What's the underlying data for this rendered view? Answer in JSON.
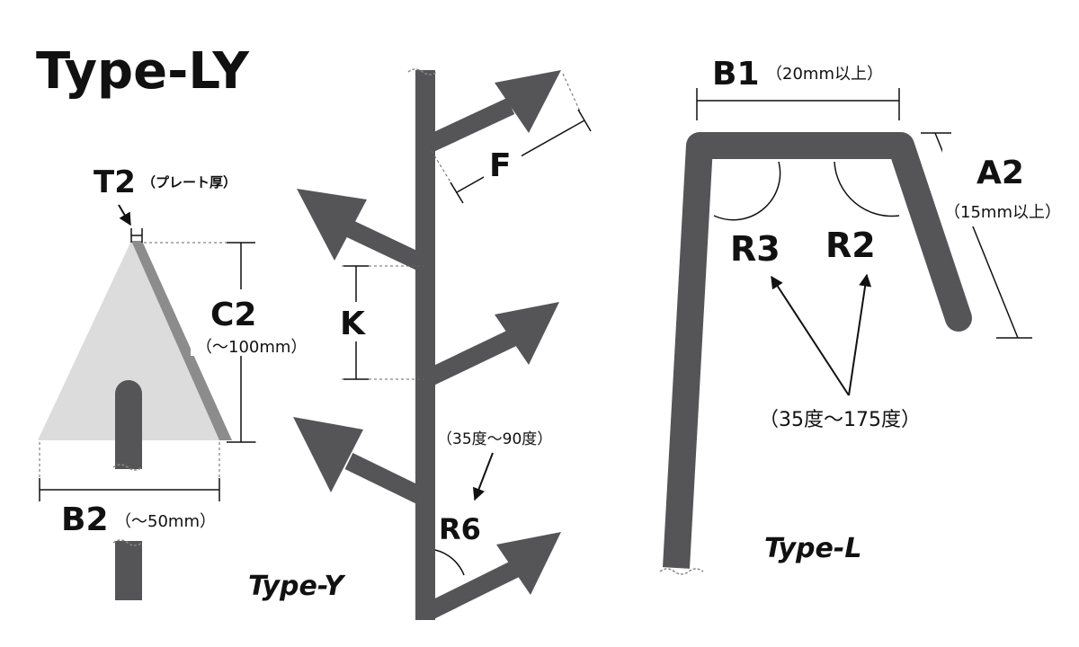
{
  "colors": {
    "bar": "#555557",
    "plate_face": "#dcdcdc",
    "plate_edge": "#8c8c8c",
    "ink": "#111111",
    "guide": "#666666"
  },
  "type_ly": {
    "title": "Type-LY",
    "t2_label": "T2",
    "t2_note": "（プレート厚）",
    "c2_label": "C2",
    "c2_note": "（～100mm）",
    "b2_label": "B2",
    "b2_note": "（～50mm）"
  },
  "type_y": {
    "caption": "Type-Y",
    "f_label": "F",
    "k_label": "K",
    "r6_label": "R6",
    "r6_note": "（35度～90度）"
  },
  "type_l": {
    "caption": "Type-L",
    "b1_label": "B1",
    "b1_note": "（20mm以上）",
    "a2_label": "A2",
    "a2_note": "（15mm以上）",
    "r3_label": "R3",
    "r2_label": "R2",
    "angle_note": "（35度～175度）"
  }
}
